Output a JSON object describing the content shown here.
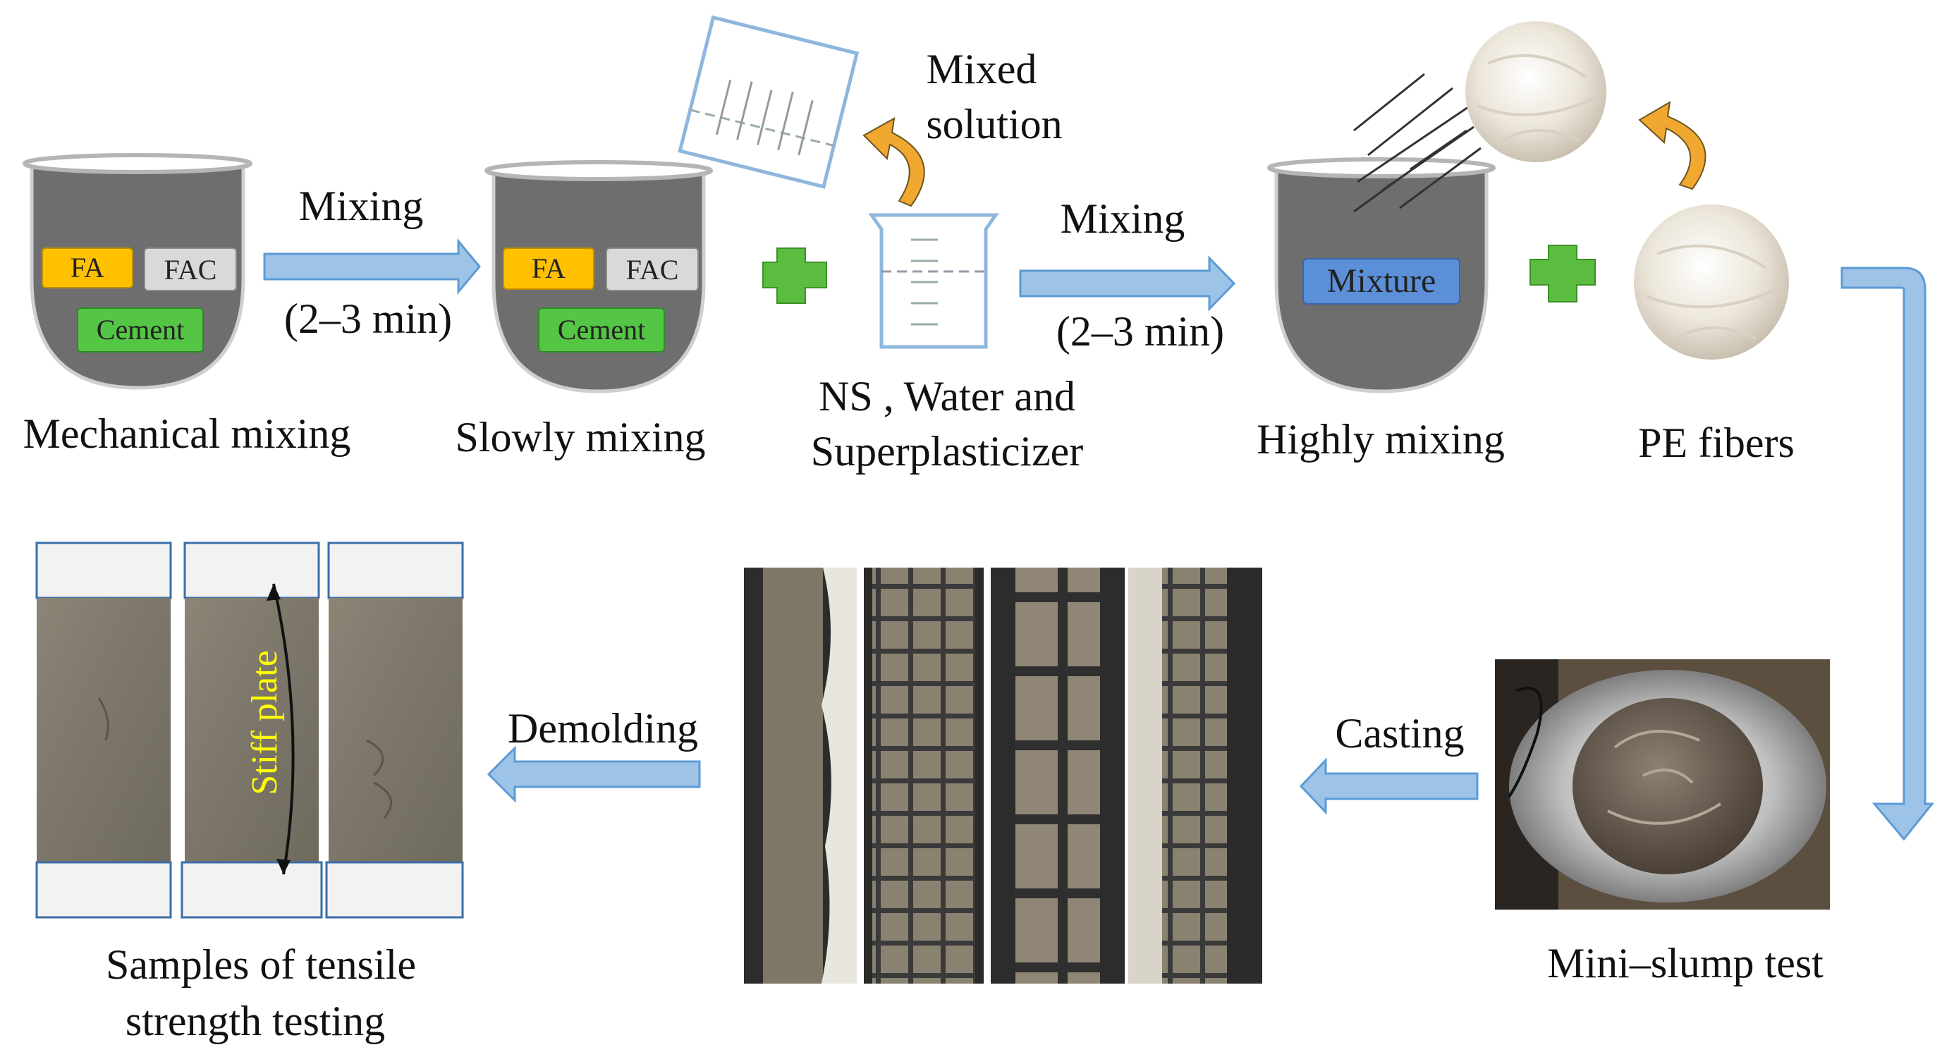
{
  "labels": {
    "mechanical_mixing": "Mechanical  mixing",
    "slowly_mixing": "Slowly  mixing",
    "ns_line1": "NS , Water and",
    "ns_line2": "Superplasticizer",
    "highly_mixing": "Highly  mixing",
    "pe_fibers": "PE fibers",
    "mixed_solution_line1": "Mixed",
    "mixed_solution_line2": "solution",
    "mini_slump": "Mini–slump  test",
    "casting": "Casting",
    "demolding": "Demolding",
    "samples_line1": "Samples  of  tensile",
    "samples_line2": "strength  testing",
    "stiff_plate": "Stiff plate"
  },
  "steps": {
    "mixing_1": "Mixing",
    "duration_1": "(2–3 min)",
    "mixing_2": "Mixing",
    "duration_2": "(2–3 min)"
  },
  "bowl_boxes": {
    "fa": "FA",
    "fac": "FAC",
    "cement": "Cement",
    "mixture": "Mixture"
  },
  "colors": {
    "bowl_fill": "#6e6e6e",
    "fa_box": "#ffc000",
    "fac_box": "#d9d9d9",
    "cement_box": "#55c545",
    "mixture_box": "#5b8fd8",
    "arrow_fill": "#9dc3e6",
    "arrow_stroke": "#5b9bd5",
    "plus_green": "#5bbd3f",
    "curve_orange": "#f0a830",
    "stiff_plate_text": "#ffff00"
  }
}
